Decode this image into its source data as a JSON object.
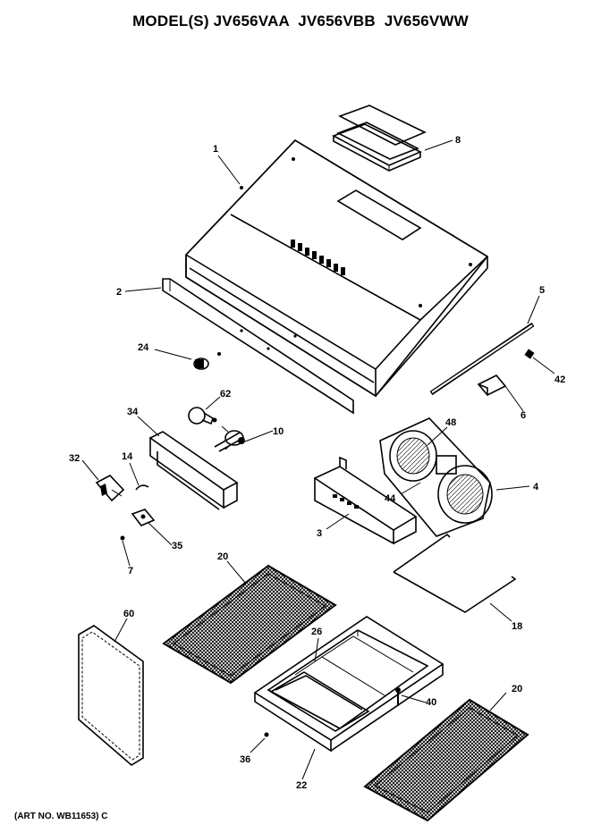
{
  "title": "MODEL(S) JV656VAA  JV656VBB  JV656VWW",
  "art_number": "(ART NO. WB11653) C",
  "callouts": [
    {
      "id": "c1",
      "label": "1"
    },
    {
      "id": "c2",
      "label": "2"
    },
    {
      "id": "c3",
      "label": "3"
    },
    {
      "id": "c4",
      "label": "4"
    },
    {
      "id": "c5",
      "label": "5"
    },
    {
      "id": "c6",
      "label": "6"
    },
    {
      "id": "c7",
      "label": "7"
    },
    {
      "id": "c8",
      "label": "8"
    },
    {
      "id": "c10",
      "label": "10"
    },
    {
      "id": "c14",
      "label": "14"
    },
    {
      "id": "c18",
      "label": "18"
    },
    {
      "id": "c20a",
      "label": "20"
    },
    {
      "id": "c20b",
      "label": "20"
    },
    {
      "id": "c22",
      "label": "22"
    },
    {
      "id": "c24",
      "label": "24"
    },
    {
      "id": "c26",
      "label": "26"
    },
    {
      "id": "c32",
      "label": "32"
    },
    {
      "id": "c34",
      "label": "34"
    },
    {
      "id": "c35",
      "label": "35"
    },
    {
      "id": "c36",
      "label": "36"
    },
    {
      "id": "c40",
      "label": "40"
    },
    {
      "id": "c42",
      "label": "42"
    },
    {
      "id": "c44",
      "label": "44"
    },
    {
      "id": "c48",
      "label": "48"
    },
    {
      "id": "c60",
      "label": "60"
    },
    {
      "id": "c62",
      "label": "62"
    }
  ]
}
